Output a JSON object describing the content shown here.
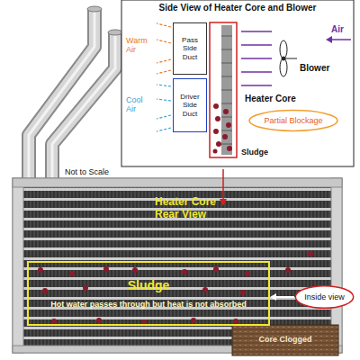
{
  "diagram": {
    "nodes": [
      {
        "text": [
          "Side View of Heater Core and Blower"
        ]
      },
      {
        "text": [
          "Pass Side Duct"
        ],
        "in": 0
      },
      {
        "text": [
          "Driver Side Duct"
        ],
        "in": 0
      },
      {
        "text": [
          "Partial Blockage"
        ],
        "in": 0
      },
      {
        "text": [
          "Sludge",
          "Hot water passes through but heat is not absorbed"
        ]
      },
      {
        "text": [
          "Inside view"
        ]
      }
    ],
    "edges": [
      {
        "from": 5,
        "to": 4,
        "arrow": "to"
      }
    ],
    "labels": [
      "Warm Air",
      "Cool Air",
      "Air",
      "Blower",
      "Heater Core",
      "Sludge",
      "Not to Scale",
      "Heater Core Rear View",
      "Core Clogged"
    ]
  }
}
